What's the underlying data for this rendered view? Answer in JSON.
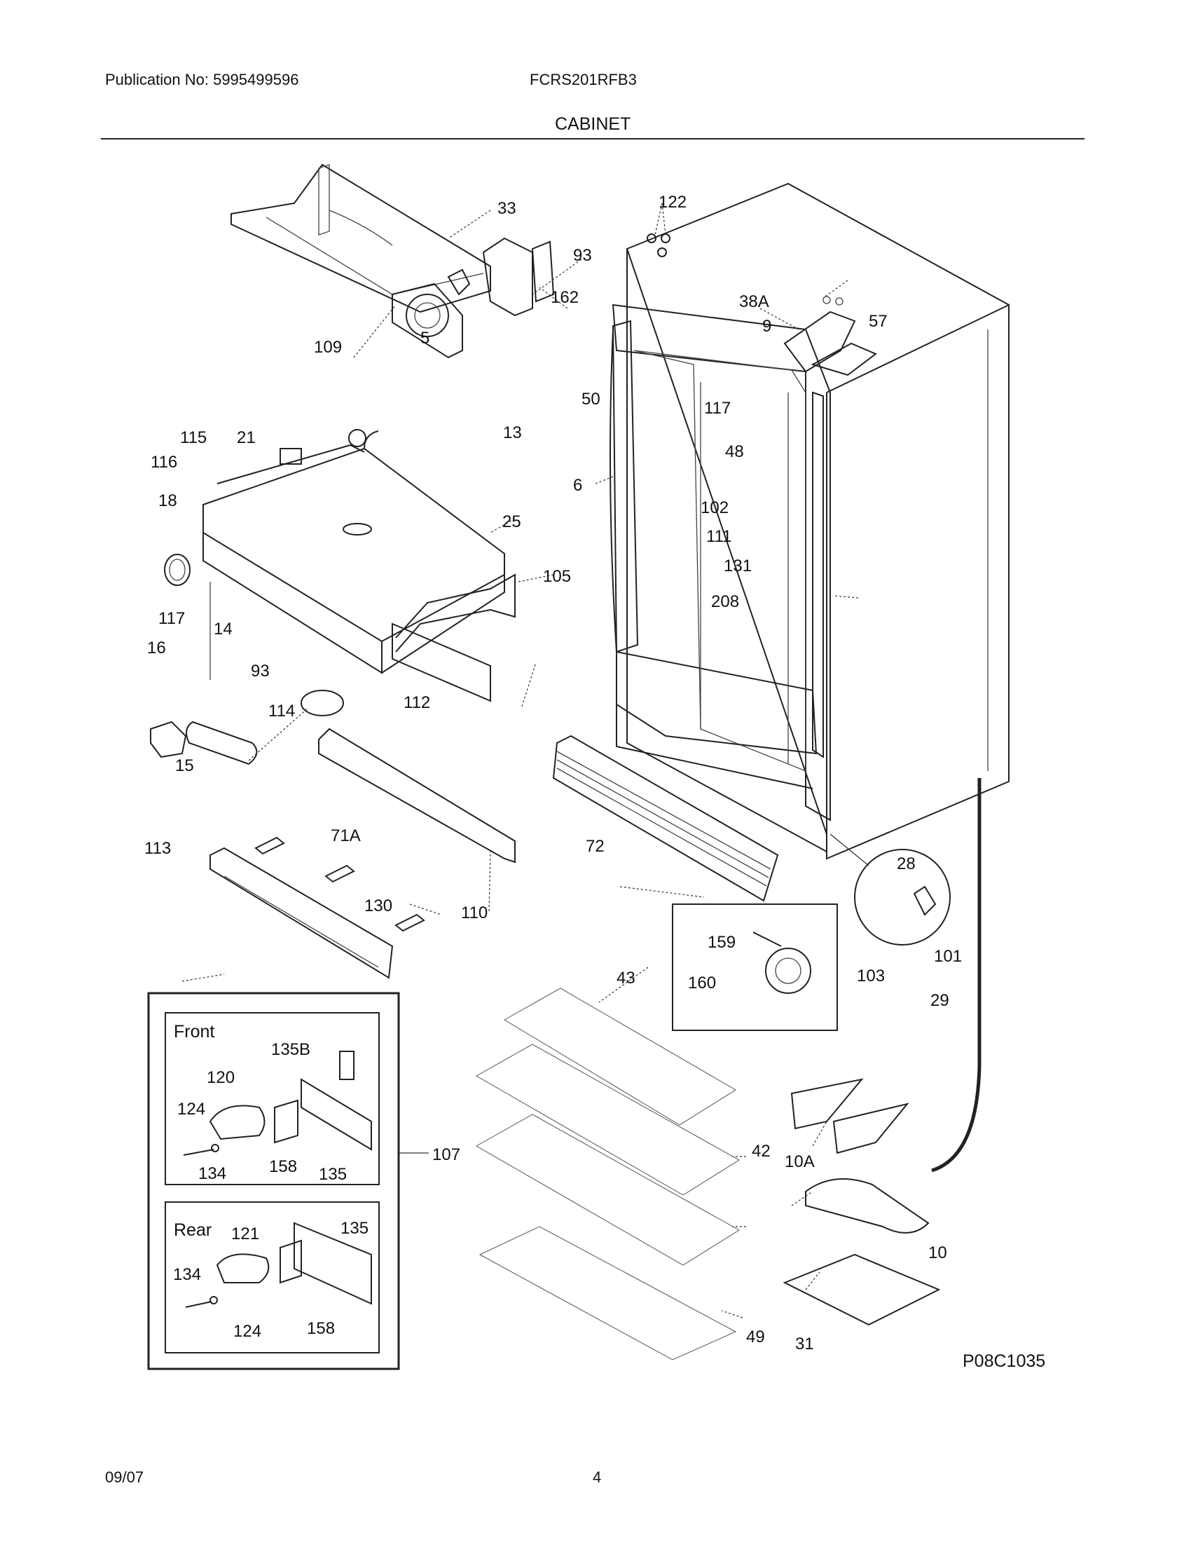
{
  "header": {
    "publication": "Publication No: 5995499596",
    "model": "FCRS201RFB3",
    "section_title": "CABINET"
  },
  "diagram_code": "P08C1035",
  "footer": {
    "date": "09/07",
    "page_number": "4"
  },
  "inset_front": {
    "title": "Front",
    "labels": [
      "135B",
      "120",
      "124",
      "134",
      "158",
      "135"
    ]
  },
  "inset_rear": {
    "title": "Rear",
    "labels": [
      "121",
      "135",
      "134",
      "124",
      "158"
    ]
  },
  "inset_group_label": "107",
  "part_callouts": [
    "33",
    "122",
    "93",
    "162",
    "109",
    "5",
    "50",
    "13",
    "38A",
    "57",
    "9",
    "117",
    "48",
    "102",
    "111",
    "131",
    "208",
    "6",
    "115",
    "21",
    "116",
    "18",
    "25",
    "105",
    "117",
    "14",
    "16",
    "93",
    "114",
    "112",
    "15",
    "71A",
    "110",
    "72",
    "28",
    "101",
    "103",
    "29",
    "113",
    "130",
    "159",
    "160",
    "43",
    "42",
    "49",
    "10A",
    "10",
    "31"
  ]
}
